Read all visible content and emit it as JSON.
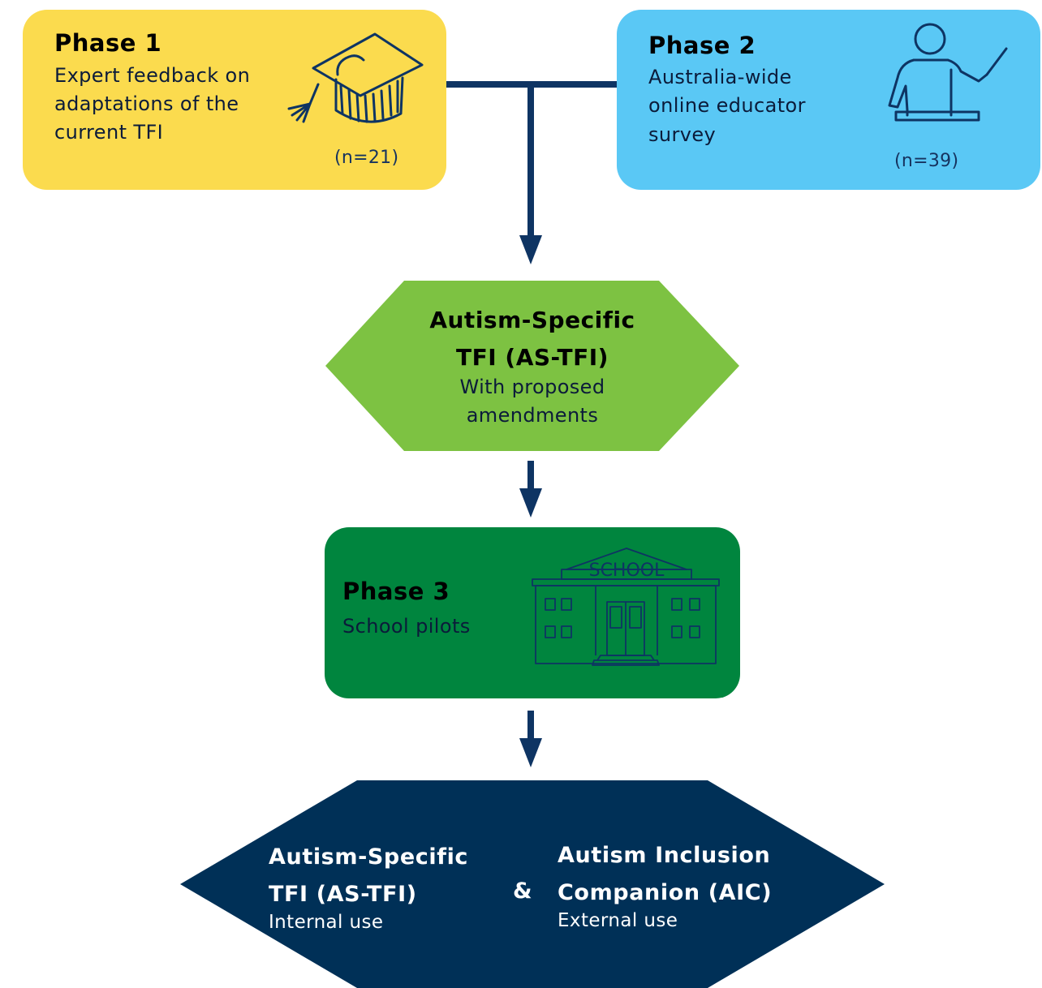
{
  "phase1": {
    "title": "Phase 1",
    "lines": [
      "Expert feedback on",
      "adaptations of the",
      "current TFI"
    ],
    "count": "(n=21)",
    "icon": "graduation-cap-icon",
    "color": "#FBDB4E"
  },
  "phase2": {
    "title": "Phase 2",
    "lines": [
      "Australia-wide",
      "online educator",
      "survey"
    ],
    "count": "(n=39)",
    "icon": "teacher-icon",
    "color": "#5AC8F5"
  },
  "astfi_draft": {
    "title_lines": [
      "Autism-Specific",
      "TFI (AS-TFI)"
    ],
    "sub_lines": [
      "With proposed",
      "amendments"
    ],
    "color": "#7DC242"
  },
  "phase3": {
    "title": "Phase 3",
    "subtitle": "School pilots",
    "icon": "school-building-icon",
    "school_sign": "SCHOOL",
    "color": "#00853E"
  },
  "outputs": {
    "left_title_lines": [
      "Autism-Specific",
      "TFI (AS-TFI)"
    ],
    "left_sub": "Internal use",
    "ampersand": "&",
    "right_title_lines": [
      "Autism Inclusion",
      "Companion (AIC)"
    ],
    "right_sub": "External use",
    "color": "#003057"
  },
  "arrow_color": "#0E3463"
}
